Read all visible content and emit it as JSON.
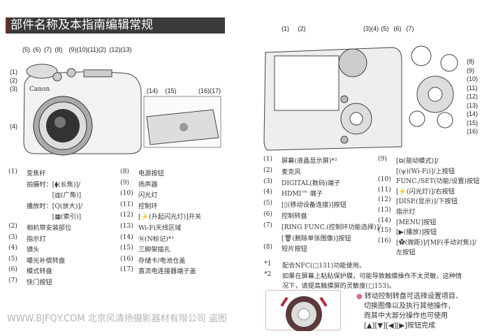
{
  "title": "部件名称及本指南编辑常规",
  "front_callouts_top": [
    "(5)",
    "(6)",
    "(7)",
    "(8)",
    "(9)",
    "(10)",
    "(11)",
    "(2)",
    "(12)",
    "(13)"
  ],
  "front_callouts_left": [
    "(1)",
    "(2)",
    "(3)",
    "(4)"
  ],
  "inset_callouts": [
    "(14)",
    "(15)",
    "(16)",
    "(17)"
  ],
  "back_callouts_top": [
    "(1)",
    "(2)",
    "(3)",
    "(4)",
    "(5)",
    "(6)",
    "(7)"
  ],
  "back_callouts_right": [
    "(8)",
    "(9)",
    "(10)",
    "(11)",
    "(12)",
    "(13)",
    "(14)",
    "(15)",
    "(16)"
  ],
  "camera_brand": "Canon",
  "front_list": [
    {
      "n": "(1)",
      "t": "变焦杆"
    },
    {
      "n": "",
      "t": "拍摄时：[⧫(长焦)]/"
    },
    {
      "n": "",
      "t": "　　　　[▥(广角)]"
    },
    {
      "n": "",
      "t": "播放时：[Q(放大)]/"
    },
    {
      "n": "",
      "t": "　　　　[▦(索引)]"
    },
    {
      "n": "(2)",
      "t": "相机带安装部位"
    },
    {
      "n": "(3)",
      "t": "指示灯"
    },
    {
      "n": "(4)",
      "t": "镜头"
    },
    {
      "n": "(5)",
      "t": "曝光补偿转盘"
    },
    {
      "n": "(6)",
      "t": "模式转盘"
    },
    {
      "n": "(7)",
      "t": "快门按钮"
    }
  ],
  "front_list2": [
    {
      "n": "(8)",
      "t": "电源按钮"
    },
    {
      "n": "(9)",
      "t": "扬声器"
    },
    {
      "n": "(10)",
      "t": "闪光灯"
    },
    {
      "n": "(11)",
      "t": "控制环"
    },
    {
      "n": "(12)",
      "t": "[⚡(升起闪光灯)]开关"
    },
    {
      "n": "(13)",
      "t": "Wi-Fi天线区域"
    },
    {
      "n": "(14)",
      "t": "Ⓝ(N标记)*¹"
    },
    {
      "n": "(15)",
      "t": "三脚架插孔"
    },
    {
      "n": "(16)",
      "t": "存储卡/电池仓盖"
    },
    {
      "n": "(17)",
      "t": "直流电连接器端子盖"
    }
  ],
  "back_list": [
    {
      "n": "(1)",
      "t": "屏幕(液晶显示屏)*²"
    },
    {
      "n": "(2)",
      "t": "麦克风"
    },
    {
      "n": "(3)",
      "t": "DIGITAL(数码)端子"
    },
    {
      "n": "(4)",
      "t": "HDMI™ 端子"
    },
    {
      "n": "(5)",
      "t": "[▯(移动设备连接)]按钮"
    },
    {
      "n": "(6)",
      "t": "控制转盘"
    },
    {
      "n": "(7)",
      "t": "[RING FUNC.(控制环功能选择)]/"
    },
    {
      "n": "",
      "t": "[🗑(删除单张图像)]按钮"
    },
    {
      "n": "(8)",
      "t": "短片按钮"
    }
  ],
  "back_list2": [
    {
      "n": "(9)",
      "t": "[⧉(驱动模式)]/"
    },
    {
      "n": "",
      "t": "[(ψ)(Wi-Fi)]/上按钮"
    },
    {
      "n": "(10)",
      "t": "FUNC./SET(功能/设置)按钮"
    },
    {
      "n": "(11)",
      "t": "[⚡(闪光灯)]/右按钮"
    },
    {
      "n": "(12)",
      "t": "[DISP.(显示)]/下按钮"
    },
    {
      "n": "(13)",
      "t": "指示灯"
    },
    {
      "n": "(14)",
      "t": "[MENU]按钮"
    },
    {
      "n": "(15)",
      "t": "[▶(播放)]按钮"
    },
    {
      "n": "(16)",
      "t": "[✿(微距)]/[MF(手动对焦)]/"
    },
    {
      "n": "",
      "t": "左按钮"
    }
  ],
  "footnotes": [
    {
      "n": "*1",
      "t": "配合NFC(□131)功能使用。"
    },
    {
      "n": "*2",
      "t": "如果在屏幕上粘贴保护膜，可能导致触摸操作不太灵敏。这种情"
    },
    {
      "n": "",
      "t": "况下，请提高触摸屏的灵敏度(□153)。"
    }
  ],
  "tip_lines": [
    "转动控制转盘可选择设置项目、",
    "切换图像以及执行其他操作，",
    "而其中大部分操作也可使用",
    "[▲][▼][◀][▶]按钮完成"
  ],
  "watermark": "WWW.BJFQY.COM 北京风清扬摄影器材有限公司 盗图",
  "colors": {
    "header_bg": "#3b3b3b",
    "accent": "#8b1e2a",
    "bullet": "#d96a7e"
  }
}
